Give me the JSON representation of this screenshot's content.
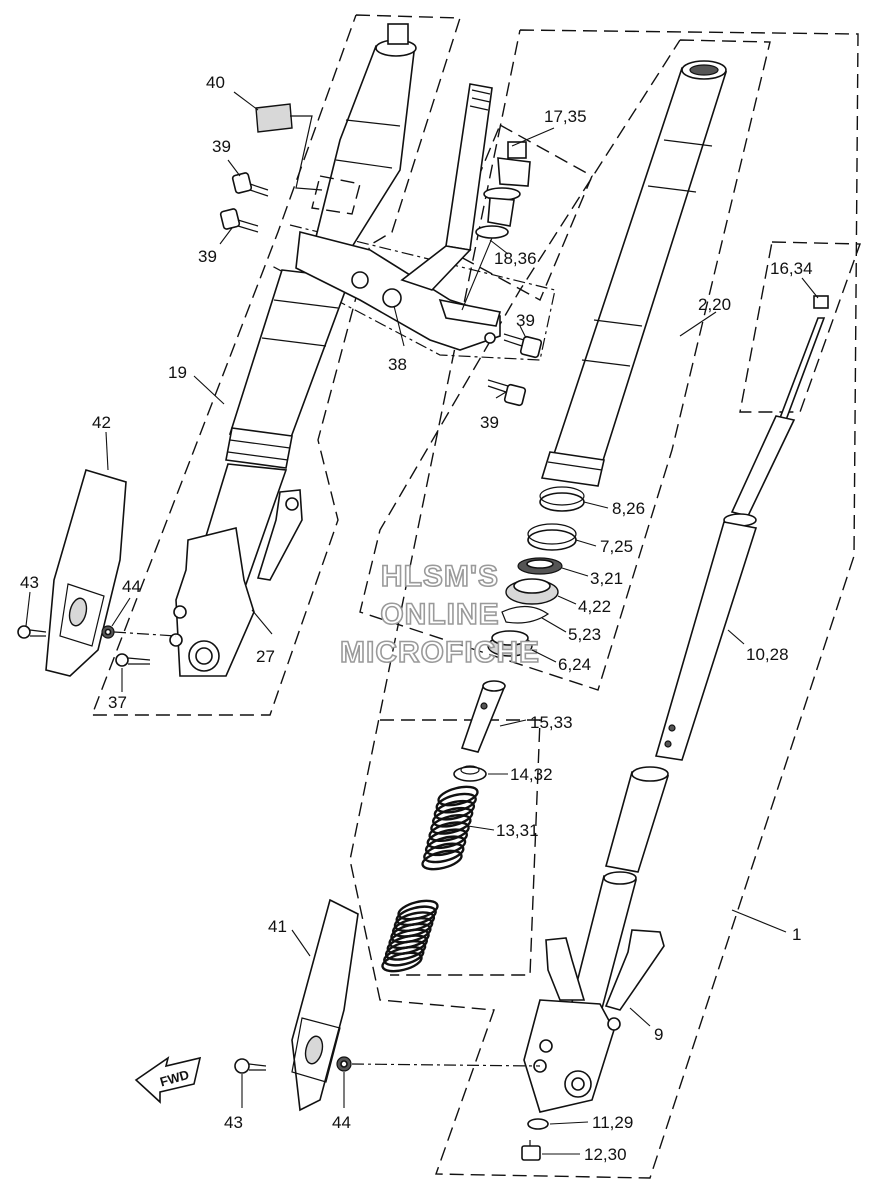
{
  "watermark": {
    "line1": "HLSM'S",
    "line2": "ONLINE",
    "line3": "MICROFICHE"
  },
  "direction_badge": "FWD",
  "part_labels": [
    {
      "id": "p40",
      "text": "40"
    },
    {
      "id": "p39a",
      "text": "39"
    },
    {
      "id": "p39b",
      "text": "39"
    },
    {
      "id": "p39c",
      "text": "39"
    },
    {
      "id": "p39d",
      "text": "39"
    },
    {
      "id": "p17",
      "text": "17,35"
    },
    {
      "id": "p18",
      "text": "18,36"
    },
    {
      "id": "p38",
      "text": "38"
    },
    {
      "id": "p19",
      "text": "19"
    },
    {
      "id": "p42",
      "text": "42"
    },
    {
      "id": "p43a",
      "text": "43"
    },
    {
      "id": "p44a",
      "text": "44"
    },
    {
      "id": "p37",
      "text": "37"
    },
    {
      "id": "p27",
      "text": "27"
    },
    {
      "id": "p2",
      "text": "2,20"
    },
    {
      "id": "p16",
      "text": "16,34"
    },
    {
      "id": "p8",
      "text": "8,26"
    },
    {
      "id": "p7",
      "text": "7,25"
    },
    {
      "id": "p3",
      "text": "3,21"
    },
    {
      "id": "p4",
      "text": "4,22"
    },
    {
      "id": "p5",
      "text": "5,23"
    },
    {
      "id": "p6",
      "text": "6,24"
    },
    {
      "id": "p10",
      "text": "10,28"
    },
    {
      "id": "p15",
      "text": "15,33"
    },
    {
      "id": "p14",
      "text": "14,32"
    },
    {
      "id": "p13",
      "text": "13,31"
    },
    {
      "id": "p1",
      "text": "1"
    },
    {
      "id": "p41",
      "text": "41"
    },
    {
      "id": "p9",
      "text": "9"
    },
    {
      "id": "p43b",
      "text": "43"
    },
    {
      "id": "p44b",
      "text": "44"
    },
    {
      "id": "p11",
      "text": "11,29"
    },
    {
      "id": "p12",
      "text": "12,30"
    }
  ]
}
